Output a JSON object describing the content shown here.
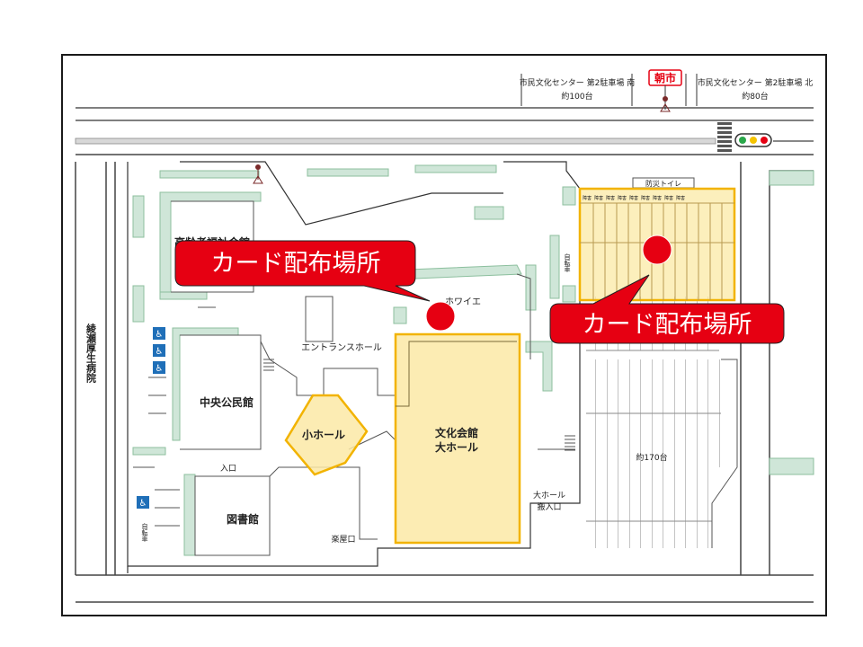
{
  "map": {
    "parking_south_label": "市民文化センター 第2駐車場 南",
    "parking_south_capacity": "約100台",
    "parking_north_label": "市民文化センター 第2駐車場 北",
    "parking_north_capacity": "約80台",
    "asaichi_sign": "朝市",
    "hospital_label": "綾瀬厚生病院",
    "elderly_center_label": "高齢者福祉会館",
    "foyer_label": "ホワイエ",
    "entrance_hall_label": "エントランスホール",
    "community_center_label": "中央公民館",
    "small_hall_label": "小ホール",
    "main_hall_label_line1": "文化会館",
    "main_hall_label_line2": "大ホール",
    "entrance_label": "入口",
    "library_label": "図書館",
    "backstage_label": "楽屋口",
    "main_hall_loading_line1": "大ホール",
    "main_hall_loading_line2": "搬入口",
    "parking_main_capacity": "約170台",
    "disaster_toilet_label": "防災トイレ",
    "bicycle_label": "自転車",
    "bicycle_label_2": "自転車",
    "stall_label": "障害",
    "wheelchair_icon_label": "♿"
  },
  "callouts": [
    {
      "text": "カード配布場所"
    },
    {
      "text": "カード配布場所"
    }
  ],
  "colors": {
    "callout_red": "#e60012",
    "highlight_yellow": "#fbe9a6",
    "highlight_border": "#f2b300",
    "building_green": "#cfe6d8",
    "building_green_border": "#8cbf9e",
    "wheelchair_blue": "#1f6fb8"
  }
}
